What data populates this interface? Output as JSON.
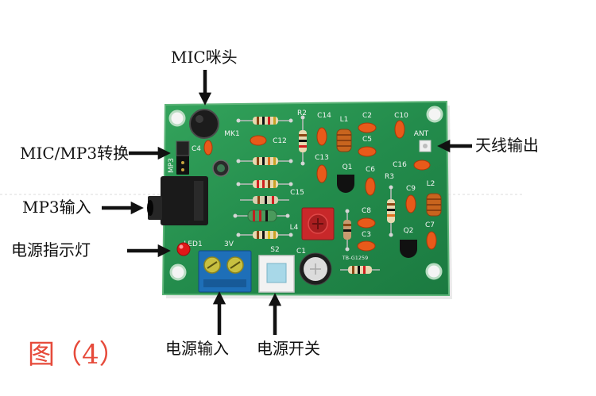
{
  "callouts": {
    "mic": "MIC咪头",
    "mic_mp3_switch": "MIC/MP3转换",
    "mp3_input": "MP3输入",
    "power_indicator": "电源指示灯",
    "antenna_output": "天线输出",
    "power_input": "电源输入",
    "power_switch": "电源开关"
  },
  "figure_label": "图（4）",
  "pcb": {
    "silkscreen": {
      "r2": "R2",
      "c14": "C14",
      "l1": "L1",
      "c2": "C2",
      "c10": "C10",
      "mk1": "MK1",
      "c12": "C12",
      "c5": "C5",
      "ant": "ANT",
      "c4": "C4",
      "c13": "C13",
      "q1": "Q1",
      "c6": "C6",
      "c16": "C16",
      "r3": "R3",
      "c9": "C9",
      "l2": "L2",
      "c15": "C15",
      "c8": "C8",
      "l4": "L4",
      "q2": "Q2",
      "c7": "C7",
      "c3": "C3",
      "c1": "C1",
      "led1": "LED1",
      "v3": "3V",
      "s2": "S2",
      "mp3": "MP3"
    },
    "board_code": "TB-G1259"
  },
  "colors": {
    "board": "#238c4c",
    "figure_label": "#e64a3a",
    "terminal_block": "#1e6fb8",
    "capacitor": "#e85a1a",
    "led": "#e01818",
    "trimmer": "#c8282a",
    "arrow": "#111111"
  },
  "icons": {
    "arrow": "arrow-icon"
  }
}
